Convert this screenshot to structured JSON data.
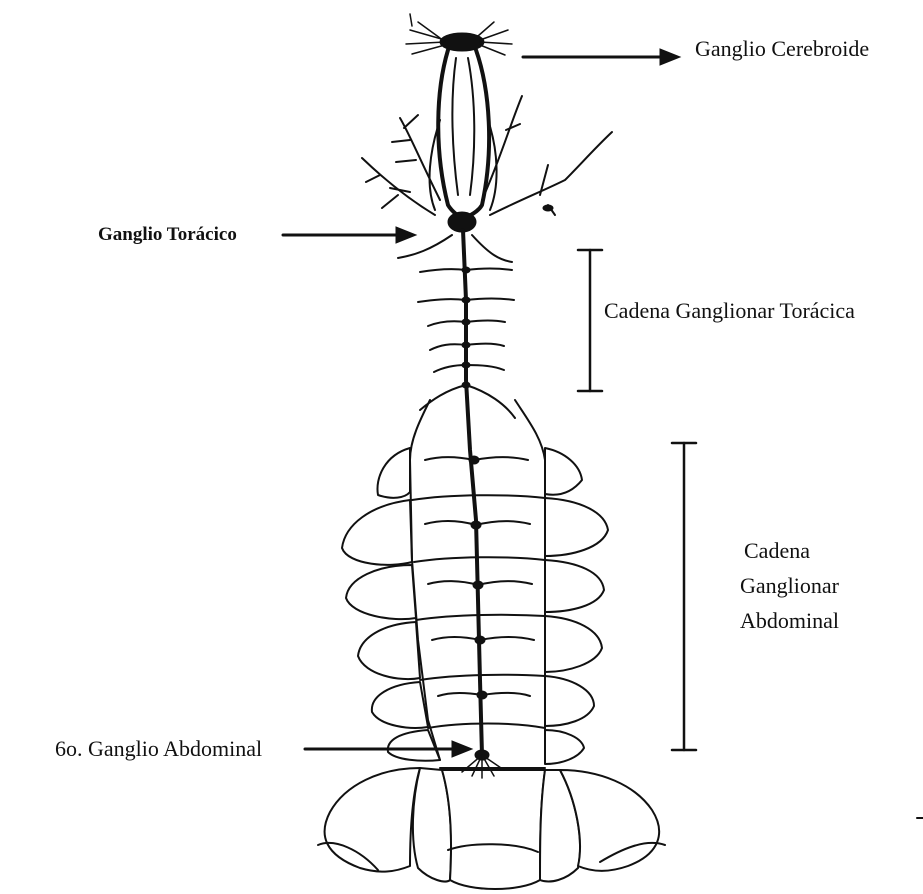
{
  "labels": {
    "cerebral_ganglion": "Ganglio Cerebroide",
    "thoracic_ganglion": "Ganglio Torácico",
    "thoracic_chain": "Cadena Ganglionar Torácica",
    "abdominal_chain_line1": "Cadena",
    "abdominal_chain_line2": "Ganglionar",
    "abdominal_chain_line3": "Abdominal",
    "sixth_abdominal_ganglion": "6o. Ganglio Abdominal"
  },
  "colors": {
    "ink": "#111111",
    "background": "#ffffff"
  }
}
